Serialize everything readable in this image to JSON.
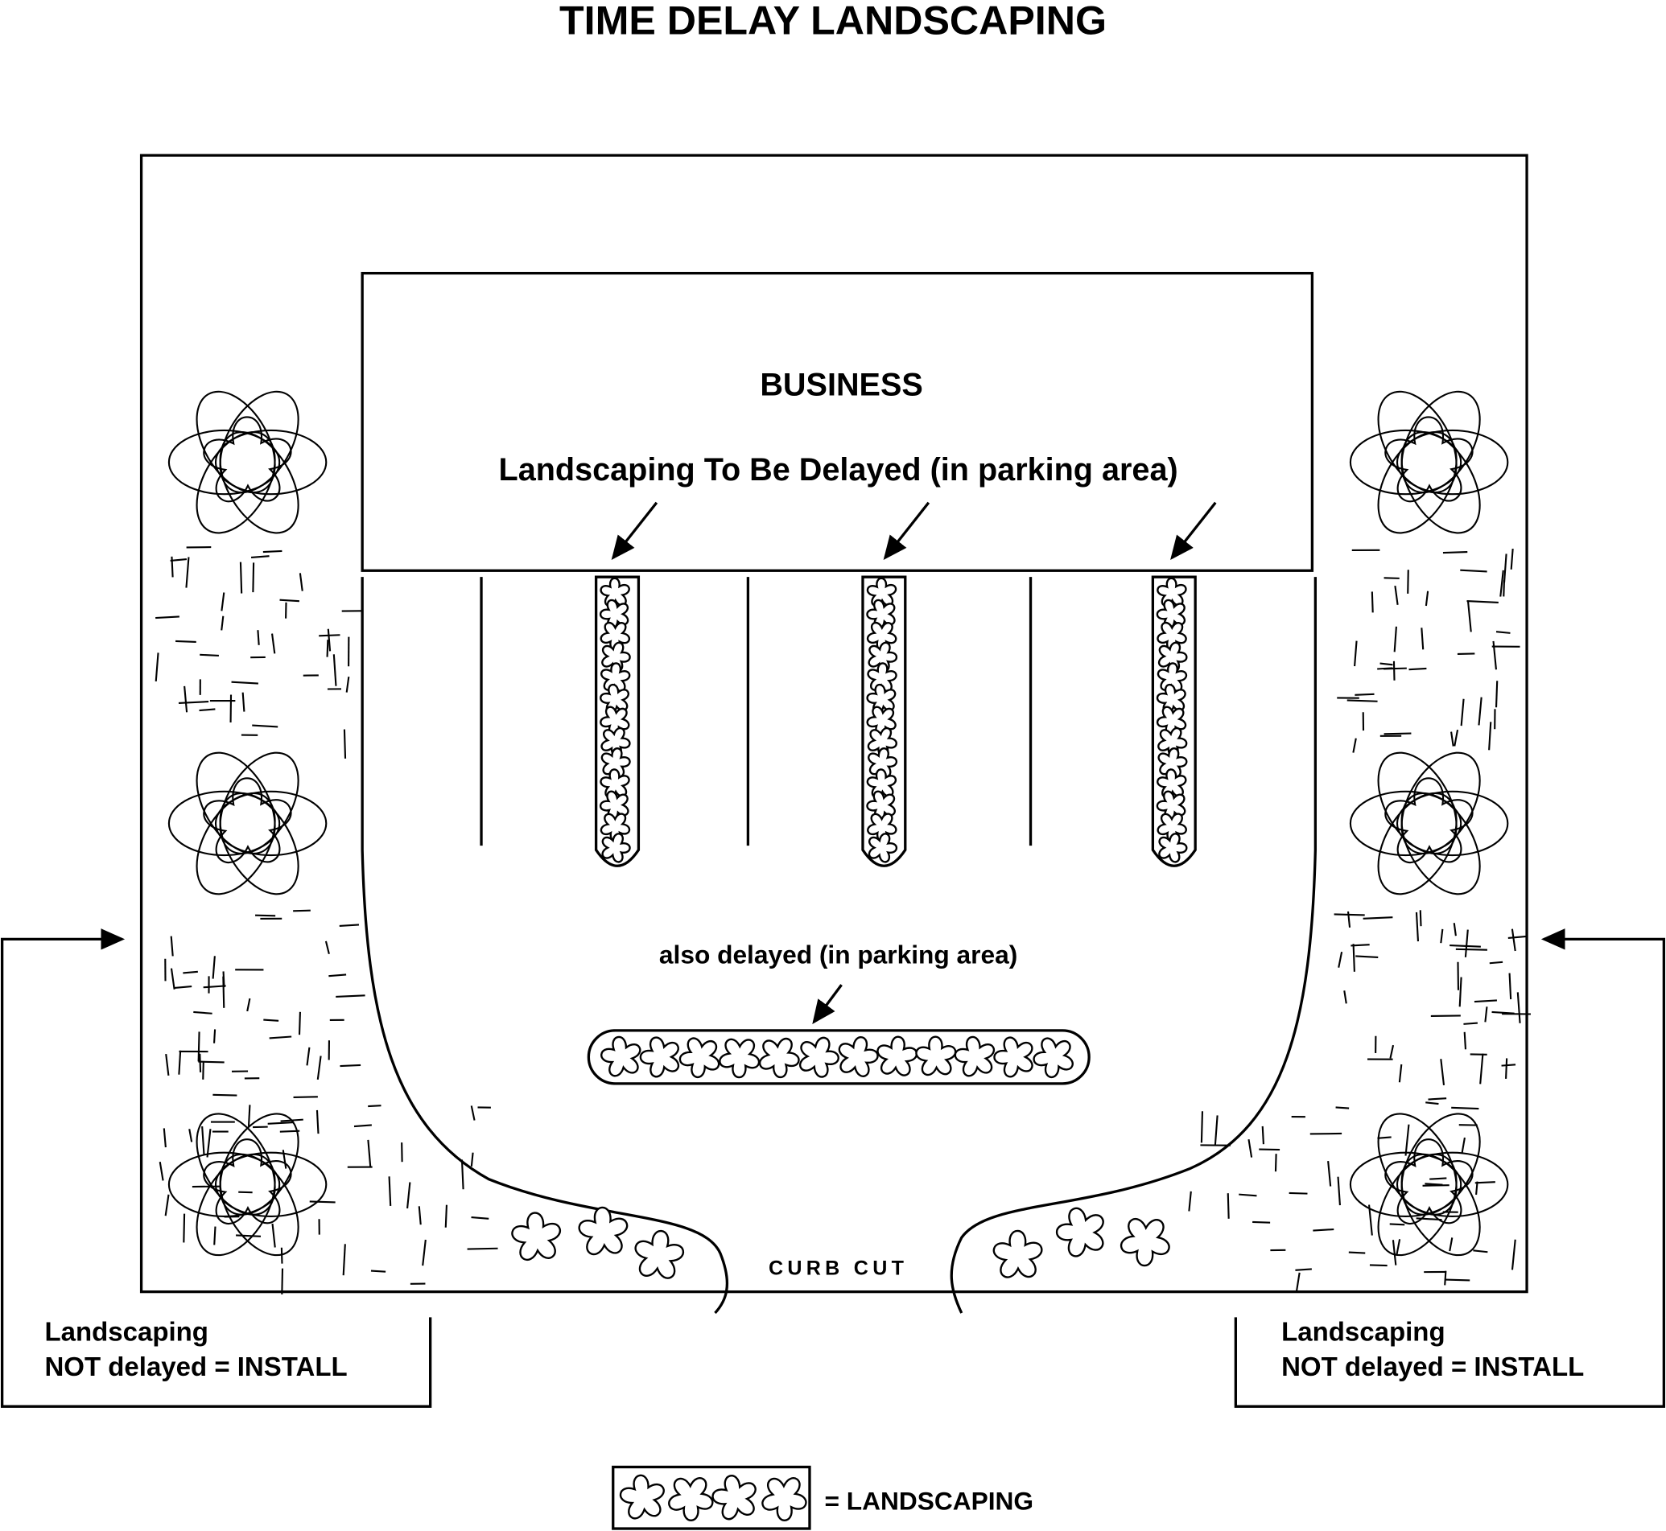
{
  "title": "TIME DELAY LANDSCAPING",
  "building": {
    "label": "BUSINESS",
    "delayed_label": "Landscaping To Be Delayed (in parking area)"
  },
  "parking": {
    "also_delayed_label": "also delayed (in parking area)",
    "curb_cut_label": "CURB CUT"
  },
  "left_note": {
    "line1": "Landscaping",
    "line2": "NOT delayed = INSTALL"
  },
  "right_note": {
    "line1": "Landscaping",
    "line2": "NOT delayed = INSTALL"
  },
  "legend": {
    "label": "= LANDSCAPING"
  },
  "colors": {
    "stroke": "#000000",
    "background": "#ffffff"
  }
}
